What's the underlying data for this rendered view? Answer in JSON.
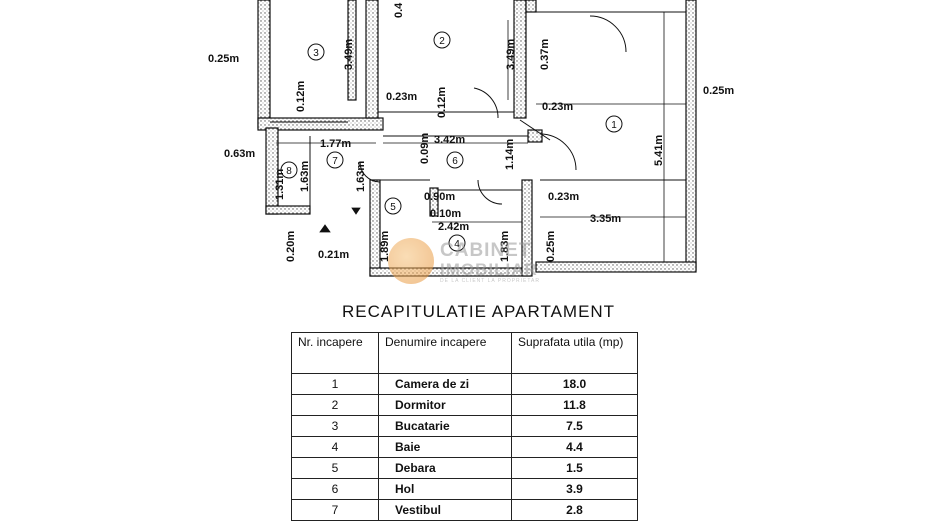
{
  "plan": {
    "dimensions": [
      "0.25m",
      "3.49m",
      "0.12m",
      "0.4",
      "0.23m",
      "3.49m",
      "0.12m",
      "0.37m",
      "0.23m",
      "0.25m",
      "5.41m",
      "0.63m",
      "1.77m",
      "3.42m",
      "0.09m",
      "1.14m",
      "1.31m",
      "1.63m",
      "1.63m",
      "0.90m",
      "0.10m",
      "2.42m",
      "0.23m",
      "3.35m",
      "0.20m",
      "0.21m",
      "1.89m",
      "1.83m",
      "0.25m"
    ],
    "rooms": [
      "1",
      "2",
      "3",
      "4",
      "5",
      "6",
      "7",
      "8"
    ]
  },
  "watermark": {
    "line1": "CABINET",
    "line2": "IMOBILIAR",
    "line3": "DE LA CLIENT LA PROPRIETAR"
  },
  "summary": {
    "title": "RECAPITULATIE APARTAMENT",
    "headers": [
      "Nr. incapere",
      "Denumire incapere",
      "Suprafata utila (mp)"
    ],
    "rows": [
      [
        "1",
        "Camera de zi",
        "18.0"
      ],
      [
        "2",
        "Dormitor",
        "11.8"
      ],
      [
        "3",
        "Bucatarie",
        "7.5"
      ],
      [
        "4",
        "Baie",
        "4.4"
      ],
      [
        "5",
        "Debara",
        "1.5"
      ],
      [
        "6",
        "Hol",
        "3.9"
      ],
      [
        "7",
        "Vestibul",
        "2.8"
      ]
    ]
  }
}
